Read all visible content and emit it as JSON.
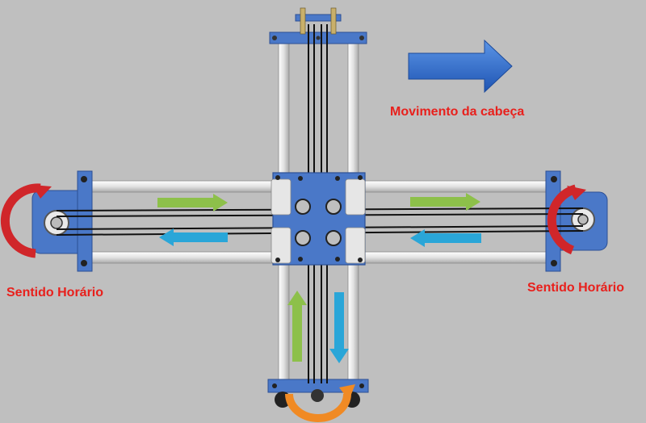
{
  "labels": {
    "head_movement": "Movimento da cabeça",
    "left_rotation": "Sentido Horário",
    "right_rotation": "Sentido Horário"
  },
  "colors": {
    "background": "#bfbfbf",
    "label_text": "#e8201c",
    "frame_blue": "#4a78c8",
    "frame_blue_dark": "#2c4f94",
    "rail_metal": "#e6e6e6",
    "belt": "#111111",
    "arrow_green": "#8dc04a",
    "arrow_cyan": "#2aa6d8",
    "arrow_blue": "#2e6fcf",
    "rotation_red": "#d0262a",
    "rotation_orange": "#f08a24"
  },
  "icons": {
    "head_direction": "arrow-right-icon",
    "left_pulley_rotation": "clockwise-rotation-icon",
    "right_pulley_rotation": "clockwise-rotation-icon",
    "bottom_pulley_rotation": "rotation-arc-icon"
  }
}
